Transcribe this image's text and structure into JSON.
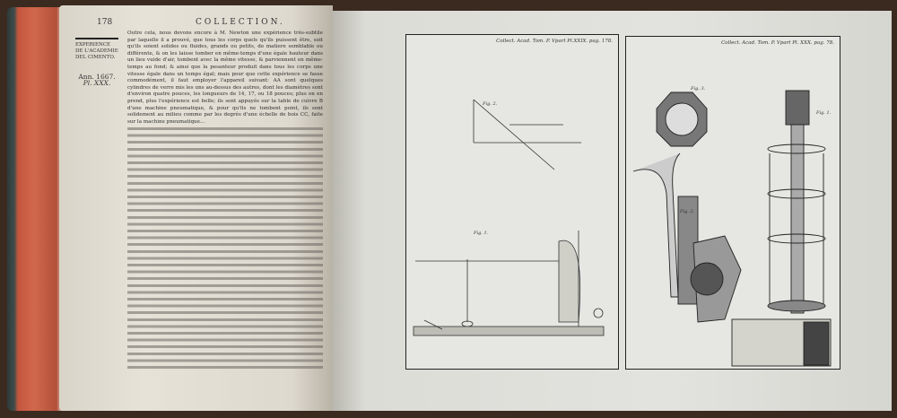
{
  "left_page": {
    "page_number": "178",
    "running_title": "COLLECTION.",
    "margin_note": "EXPERIENCE DE L'ACADEMIE DEL CIMENTO.",
    "year": "Ann. 1667.",
    "plate_ref": "Pl. XXX.",
    "body_text": "Outre cela, nous devons encore à M. Newton une expérience très-subtile par laquelle il a prouvé, que tous les corps quels qu'ils puissent être, soit qu'ils soient solides ou fluides, grands ou petits, de matiere semblable ou différente, & on les laisse tomber en même-temps d'une égale hauteur dans un lieu vuide d'air, tombent avec la même vitesse, & parviennent en même-temps au fond; & ainsi que la pesanteur produit dans tous les corps une vitesse égale dans un temps égal; mais pour que cette expérience se fasse commodément, il faut employer l'appareil suivant: AA sont quelques cylindres de verre mis les uns au-dessus des autres, dont les diamètres sont d'environ quatre pouces, les longueurs de 14, 17, ou 18 pouces; plus on en prend, plus l'expérience est belle; ils sont appuyés sur la table de cuivre B d'une machine pneumatique, & pour qu'ils ne tombent point, ils sont solidement au milieu comme par les degrés d'une échelle de bois CC, faite sur la machine pneumatique..."
  },
  "plates": [
    {
      "caption": "Collect. Acad. Tom. P. Vpart Pl.XXIX. pag. 178.",
      "figures": [
        "Fig. 1.",
        "Fig. 2."
      ]
    },
    {
      "caption": "Collect. Acad. Tom. P. Vpart Pl. XXX. pag. 78.",
      "figures": [
        "Fig. 1.",
        "Fig. 2.",
        "Fig. 3."
      ]
    }
  ]
}
